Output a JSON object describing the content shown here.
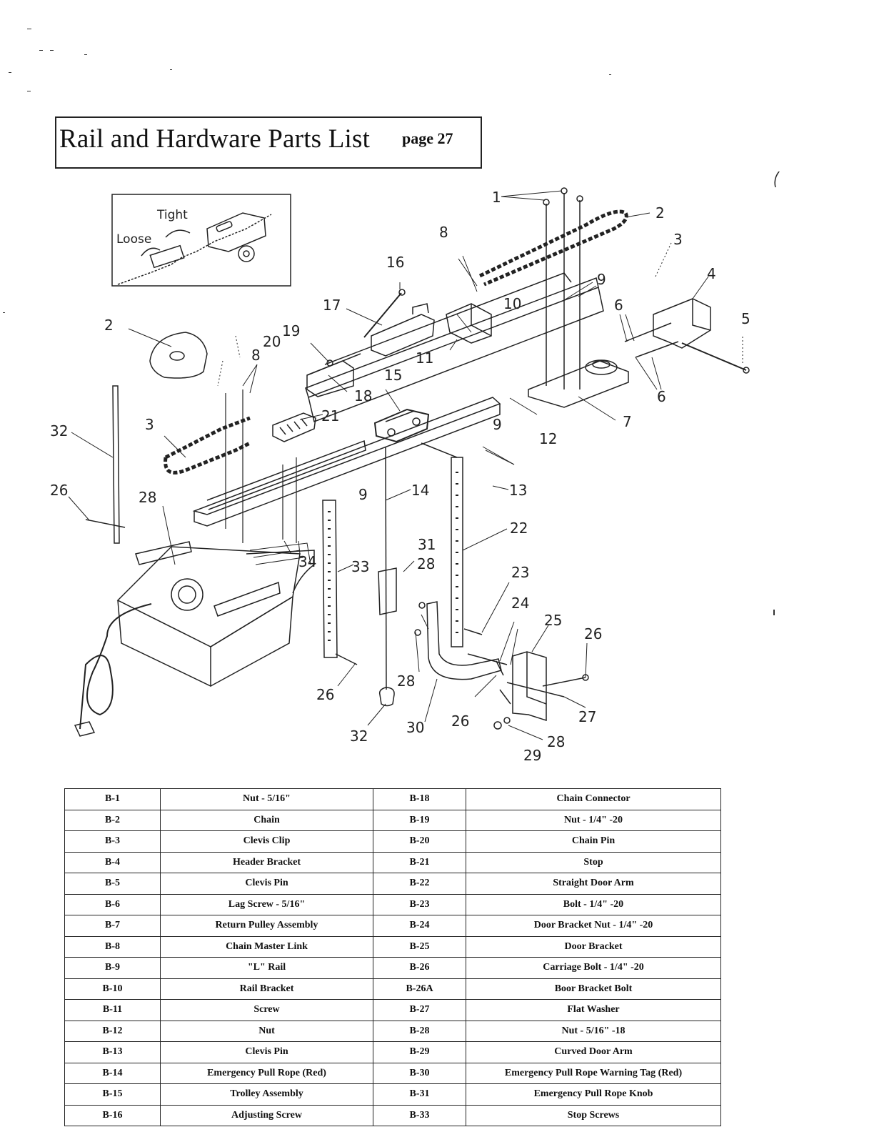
{
  "header": {
    "title": "Rail and Hardware Parts List",
    "page_ref": "page 27"
  },
  "diagram": {
    "inset": {
      "tight_label": "Tight",
      "loose_label": "Loose"
    },
    "callouts": [
      "1",
      "2",
      "3",
      "4",
      "5",
      "6",
      "6",
      "7",
      "8",
      "8",
      "9",
      "9",
      "9",
      "10",
      "11",
      "12",
      "13",
      "14",
      "15",
      "16",
      "17",
      "18",
      "19",
      "20",
      "21",
      "22",
      "23",
      "24",
      "25",
      "26",
      "26",
      "26",
      "26",
      "27",
      "28",
      "28",
      "28",
      "28",
      "29",
      "30",
      "31",
      "32",
      "32",
      "33",
      "34",
      "2",
      "3"
    ]
  },
  "parts_table": {
    "rows": [
      [
        "B-1",
        "Nut - 5/16\"",
        "B-18",
        "Chain Connector"
      ],
      [
        "B-2",
        "Chain",
        "B-19",
        "Nut - 1/4\" -20"
      ],
      [
        "B-3",
        "Clevis Clip",
        "B-20",
        "Chain Pin"
      ],
      [
        "B-4",
        "Header Bracket",
        "B-21",
        "Stop"
      ],
      [
        "B-5",
        "Clevis Pin",
        "B-22",
        "Straight Door Arm"
      ],
      [
        "B-6",
        "Lag Screw - 5/16\"",
        "B-23",
        "Bolt - 1/4\" -20"
      ],
      [
        "B-7",
        "Return Pulley Assembly",
        "B-24",
        "Door Bracket Nut - 1/4\" -20"
      ],
      [
        "B-8",
        "Chain Master Link",
        "B-25",
        "Door Bracket"
      ],
      [
        "B-9",
        "\"L\" Rail",
        "B-26",
        "Carriage Bolt - 1/4\" -20"
      ],
      [
        "B-10",
        "Rail Bracket",
        "B-26A",
        "Boor Bracket Bolt"
      ],
      [
        "B-11",
        "Screw",
        "B-27",
        "Flat Washer"
      ],
      [
        "B-12",
        "Nut",
        "B-28",
        "Nut - 5/16\" -18"
      ],
      [
        "B-13",
        "Clevis Pin",
        "B-29",
        "Curved Door Arm"
      ],
      [
        "B-14",
        "Emergency Pull Rope (Red)",
        "B-30",
        "Emergency Pull Rope Warning Tag (Red)"
      ],
      [
        "B-15",
        "Trolley Assembly",
        "B-31",
        "Emergency Pull Rope Knob"
      ],
      [
        "B-16",
        "Adjusting Screw",
        "B-33",
        "Stop Screws"
      ]
    ]
  }
}
